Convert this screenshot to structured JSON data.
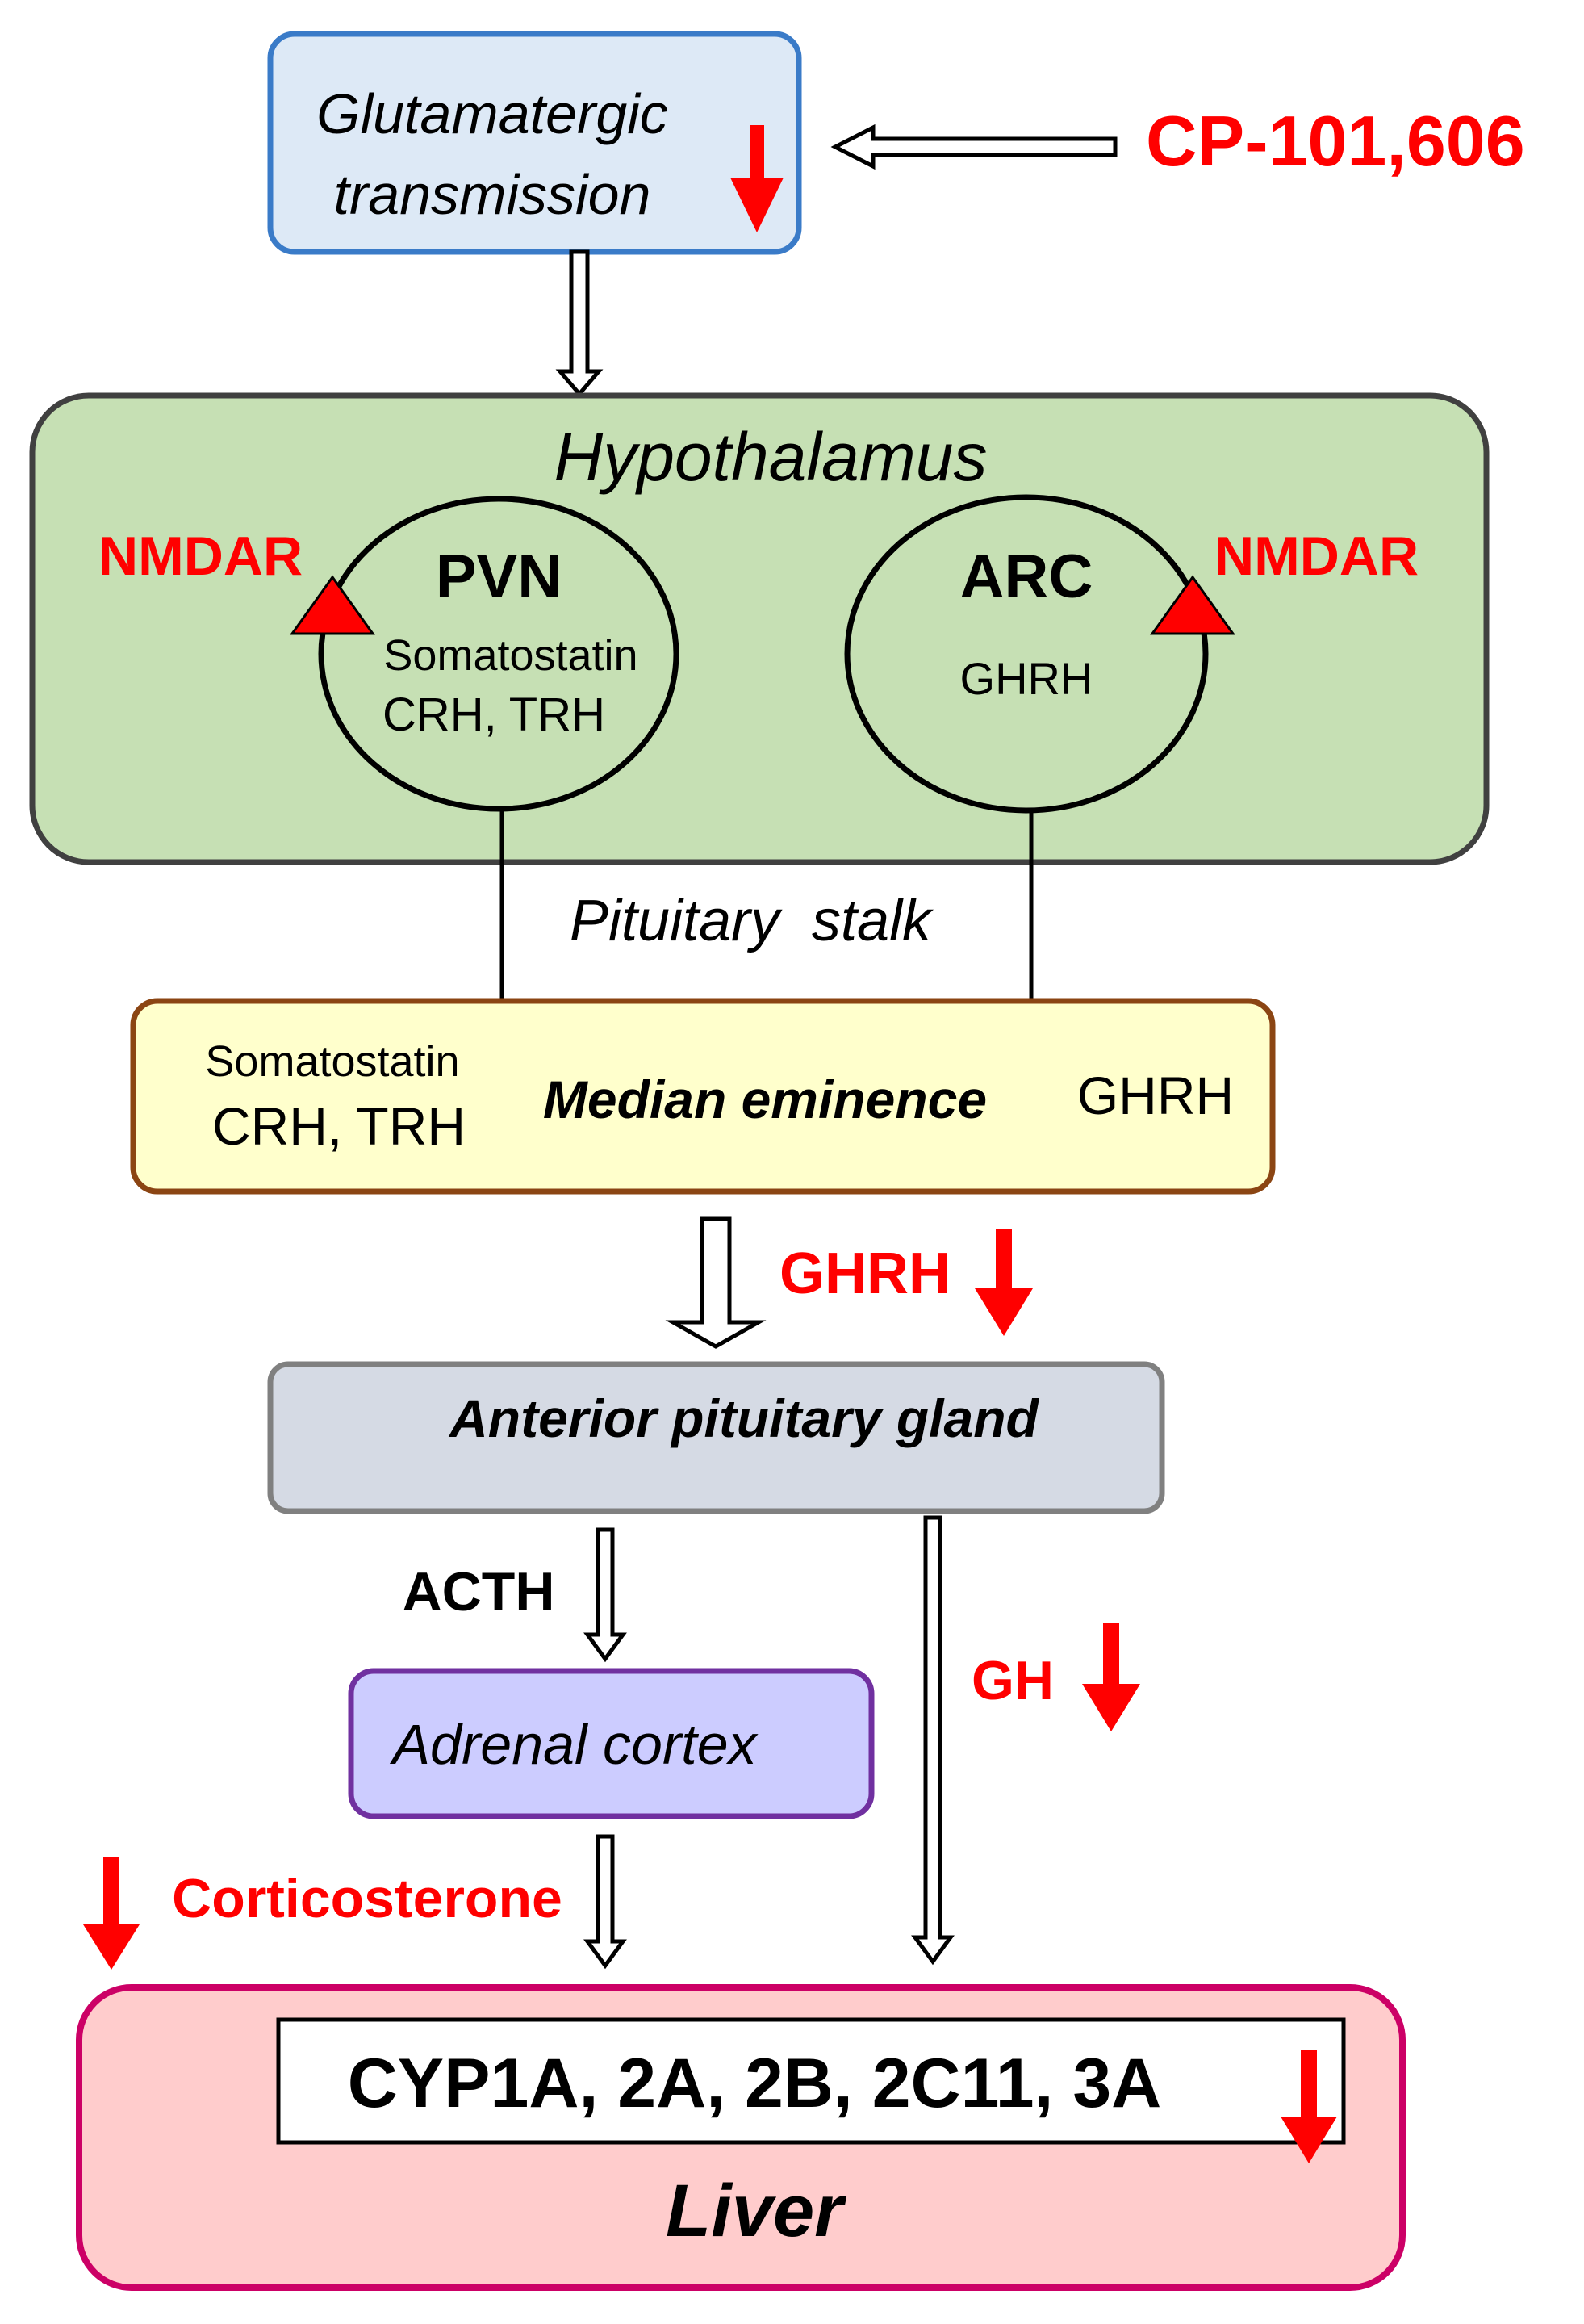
{
  "drug": {
    "label": "CP-101,606"
  },
  "glutamatergic": {
    "line1": "Glutamatergic",
    "line2": "transmission"
  },
  "hypothalamus": {
    "title": "Hypothalamus",
    "pvn": {
      "name": "PVN",
      "line1": "Somatostatin",
      "line2": "CRH, TRH"
    },
    "arc": {
      "name": "ARC",
      "line1": "GHRH"
    },
    "receptor_left": "NMDAR",
    "receptor_right": "NMDAR"
  },
  "stalk": {
    "label": "Pituitary  stalk"
  },
  "median_eminence": {
    "title": "Median eminence",
    "left_line1": "Somatostatin",
    "left_line2": "CRH, TRH",
    "right": "GHRH"
  },
  "ghrh_effect": {
    "label": "GHRH"
  },
  "anterior_pituitary": {
    "title": "Anterior pituitary gland"
  },
  "acth": {
    "label": "ACTH"
  },
  "gh": {
    "label": "GH"
  },
  "adrenal": {
    "title": "Adrenal cortex"
  },
  "corticosterone": {
    "label": "Corticosterone"
  },
  "liver": {
    "enzymes": "CYP1A, 2A, 2B, 2C11, 3A",
    "title": "Liver"
  },
  "colors": {
    "effect_red": "#ff0000",
    "glut_fill": "#dde9f6",
    "glut_border": "#3a7bc8",
    "hypo_fill": "#c6e0b4",
    "hypo_border": "#404040",
    "me_fill": "#ffffcc",
    "me_border": "#8b4513",
    "ap_fill": "#d5dae4",
    "ap_border": "#808080",
    "adrenal_fill": "#ccccff",
    "adrenal_border": "#7030a0",
    "liver_fill": "#ffcccc",
    "liver_border": "#cc0066"
  }
}
